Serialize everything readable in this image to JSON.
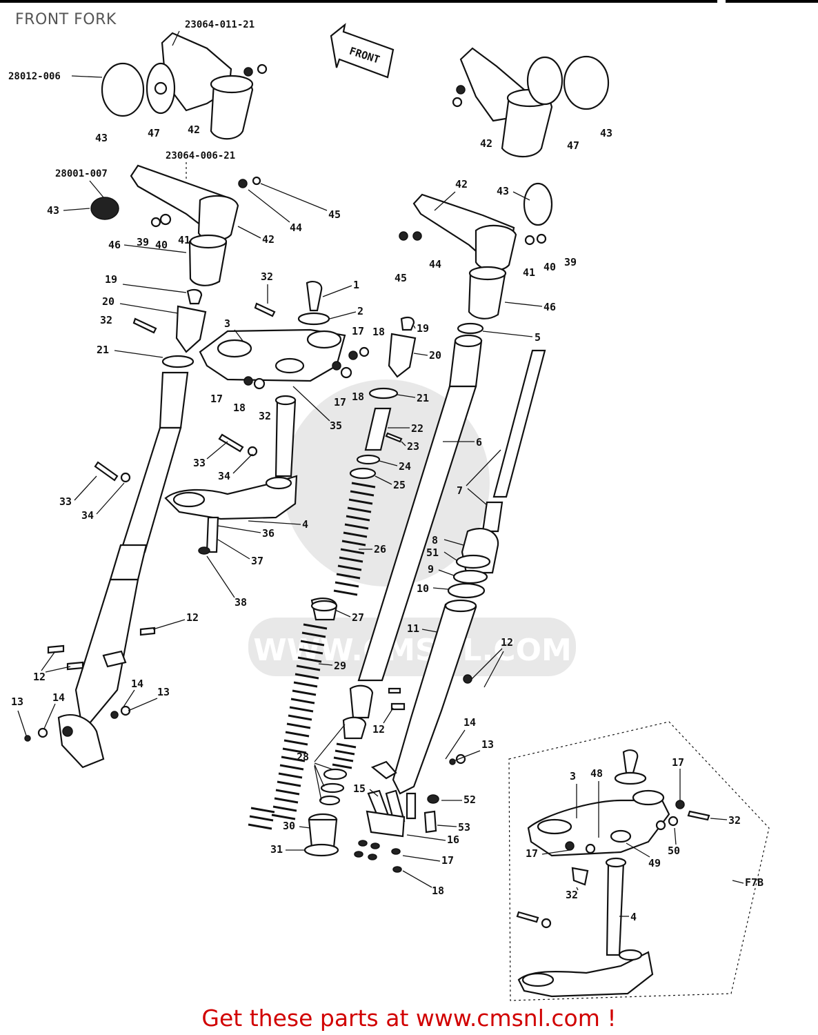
{
  "title": "FRONT FORK",
  "front_arrow": "FRONT",
  "footer": "Get these parts at www.cmsnl.com !",
  "watermark": "WWW.CMSNL.COM",
  "part_numbers": {
    "bracket_right_upper": "23064-011-21",
    "bracket_left": "23064-006-21",
    "reflector_upper": "28012-006",
    "reflector_lower": "28001-007"
  },
  "inset_tag": "F7B",
  "callouts": [
    "1",
    "2",
    "3",
    "4",
    "5",
    "6",
    "7",
    "8",
    "9",
    "10",
    "11",
    "12",
    "13",
    "14",
    "15",
    "16",
    "17",
    "18",
    "19",
    "20",
    "21",
    "22",
    "23",
    "24",
    "25",
    "26",
    "27",
    "28",
    "29",
    "30",
    "31",
    "32",
    "33",
    "34",
    "35",
    "36",
    "37",
    "38",
    "39",
    "40",
    "41",
    "42",
    "43",
    "44",
    "45",
    "46",
    "47",
    "48",
    "49",
    "50",
    "51",
    "52",
    "53"
  ]
}
